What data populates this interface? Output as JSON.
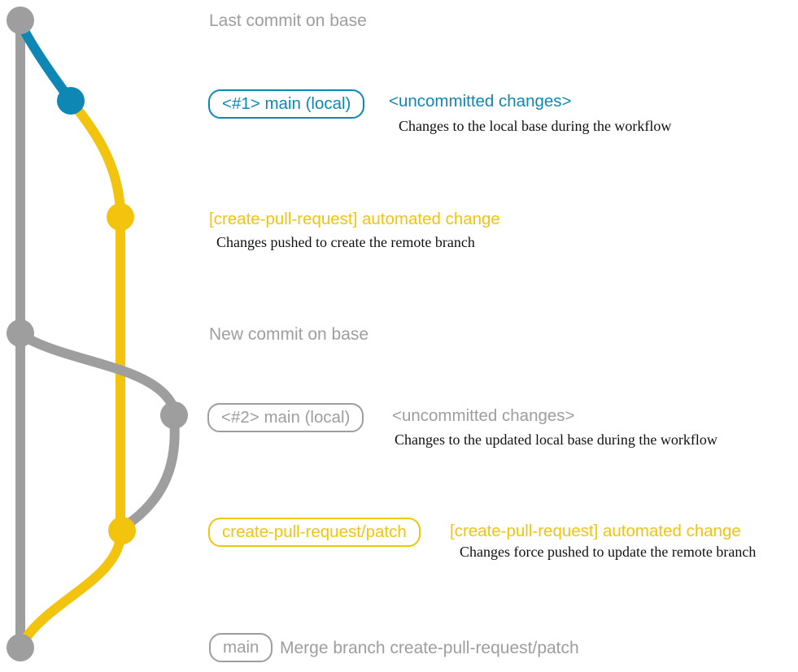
{
  "colors": {
    "gray": "#9e9e9e",
    "blue": "#0f87b5",
    "yellow": "#f2c40d",
    "ink": "#111111",
    "bg": "#ffffff"
  },
  "annotations": {
    "last_commit": "Last commit on base",
    "new_commit": "New commit on base"
  },
  "branch1": {
    "label": "<#1> main (local)",
    "note": "<uncommitted changes>",
    "desc": "Changes to the local base during the workflow"
  },
  "push1": {
    "title": "[create-pull-request] automated change",
    "desc": "Changes pushed to create the remote branch"
  },
  "branch2": {
    "label": "<#2> main (local)",
    "note": "<uncommitted changes>",
    "desc": "Changes to the updated local base during the workflow"
  },
  "push2": {
    "branch_label": "create-pull-request/patch",
    "title": "[create-pull-request] automated change",
    "desc": "Changes force pushed to update the remote branch"
  },
  "merge": {
    "label": "main",
    "message": "Merge branch create-pull-request/patch"
  },
  "graph": {
    "branches": [
      {
        "name": "base",
        "color": "gray"
      },
      {
        "name": "main-local",
        "color": "blue"
      },
      {
        "name": "create-pull-request/patch",
        "color": "yellow"
      }
    ],
    "commits": [
      {
        "id": "last-commit-on-base",
        "branch": "base",
        "color": "gray"
      },
      {
        "id": "uncommitted-changes-1",
        "branch": "main-local",
        "color": "blue"
      },
      {
        "id": "automated-change-1",
        "branch": "create-pull-request/patch",
        "color": "yellow"
      },
      {
        "id": "new-commit-on-base",
        "branch": "base",
        "color": "gray"
      },
      {
        "id": "uncommitted-changes-2",
        "branch": "main-local",
        "color": "gray"
      },
      {
        "id": "automated-change-2",
        "branch": "create-pull-request/patch",
        "color": "yellow"
      },
      {
        "id": "merge-commit",
        "branch": "base",
        "color": "gray"
      }
    ]
  }
}
